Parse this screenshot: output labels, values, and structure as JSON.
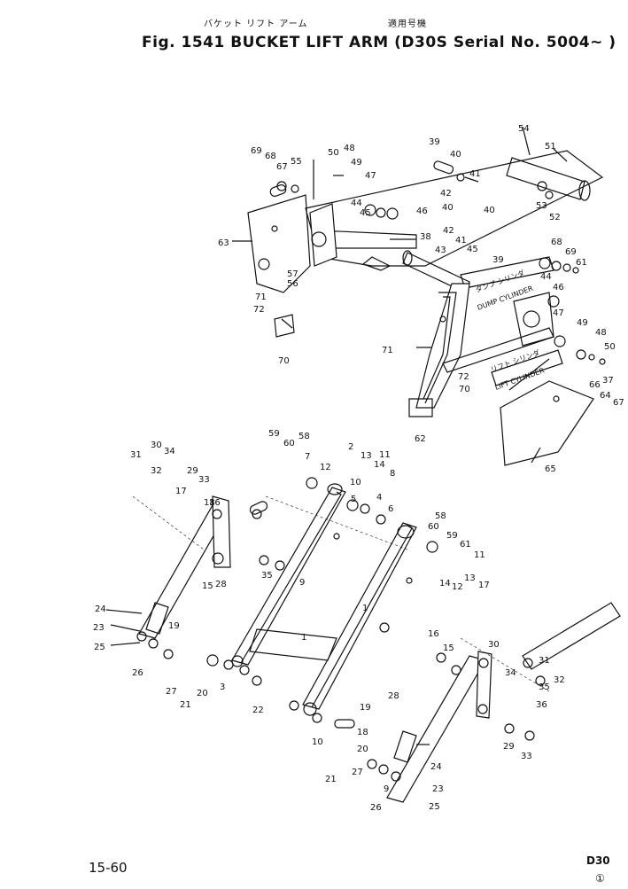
{
  "header": {
    "jp_title": "バケット リフト アーム",
    "jp_serial": "適用号機",
    "title": "Fig. 1541 BUCKET LIFT ARM (D30S Serial No. 5004~ )"
  },
  "footer": {
    "page_number": "15-60",
    "model": "D30",
    "mark": "①"
  },
  "diagram": {
    "labels": {
      "dump_cylinder": "DUMP CYLINDER",
      "dump_cylinder_jp": "ダンプ シリンダ",
      "lift_cylinder": "LIFT CYLINDER",
      "lift_cylinder_jp": "リフト シリンダ"
    },
    "part_numbers": [
      "69",
      "68",
      "67",
      "55",
      "50",
      "48",
      "49",
      "47",
      "46",
      "45",
      "44",
      "63",
      "57",
      "56",
      "71",
      "72",
      "70",
      "39",
      "40",
      "41",
      "42",
      "38",
      "43",
      "54",
      "51",
      "53",
      "52",
      "39",
      "40",
      "41",
      "42",
      "40",
      "45",
      "44",
      "46",
      "47",
      "49",
      "48",
      "50",
      "37",
      "71",
      "72",
      "70",
      "62",
      "65",
      "66",
      "64",
      "67",
      "68",
      "69",
      "61",
      "59",
      "60",
      "58",
      "7",
      "12",
      "2",
      "13",
      "14",
      "11",
      "8",
      "5",
      "10",
      "4",
      "6",
      "35",
      "31",
      "30",
      "34",
      "32",
      "29",
      "33",
      "17",
      "18",
      "16",
      "15",
      "28",
      "9",
      "19",
      "1",
      "23",
      "24",
      "25",
      "26",
      "27",
      "20",
      "21",
      "22",
      "3",
      "10",
      "58",
      "60",
      "59",
      "61",
      "11",
      "14",
      "12",
      "13",
      "17",
      "16",
      "15",
      "28",
      "29",
      "30",
      "31",
      "32",
      "33",
      "34",
      "35",
      "36",
      "24",
      "23",
      "25",
      "26",
      "27",
      "18",
      "19",
      "20",
      "21",
      "9",
      "1"
    ]
  }
}
